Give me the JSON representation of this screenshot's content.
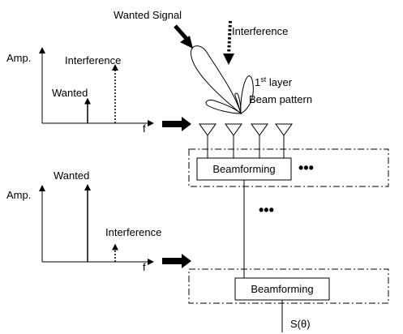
{
  "labels": {
    "wanted_signal": "Wanted Signal",
    "interference_top": "Interference",
    "layer_prefix": "1",
    "layer_superscript": "st",
    "layer_suffix": " layer",
    "beam_pattern": "Beam pattern",
    "amp_top": "Amp.",
    "wanted_top": "Wanted",
    "interference_spectrum_top": "Interference",
    "f_top": "f",
    "amp_bottom": "Amp.",
    "wanted_bottom": "Wanted",
    "interference_spectrum_bottom": "Interference",
    "f_bottom": "f",
    "beamforming_top": "Beamforming",
    "beamforming_bottom": "Beamforming",
    "dots_right": "•••",
    "dots_middle": "•••",
    "output": "S(θ)"
  },
  "spectrum_top": {
    "wanted_amplitude": 0.35,
    "interference_amplitude": 0.75
  },
  "spectrum_bottom": {
    "wanted_amplitude": 1.0,
    "interference_amplitude": 0.2
  },
  "colors": {
    "stroke": "#000000",
    "background": "#ffffff"
  }
}
